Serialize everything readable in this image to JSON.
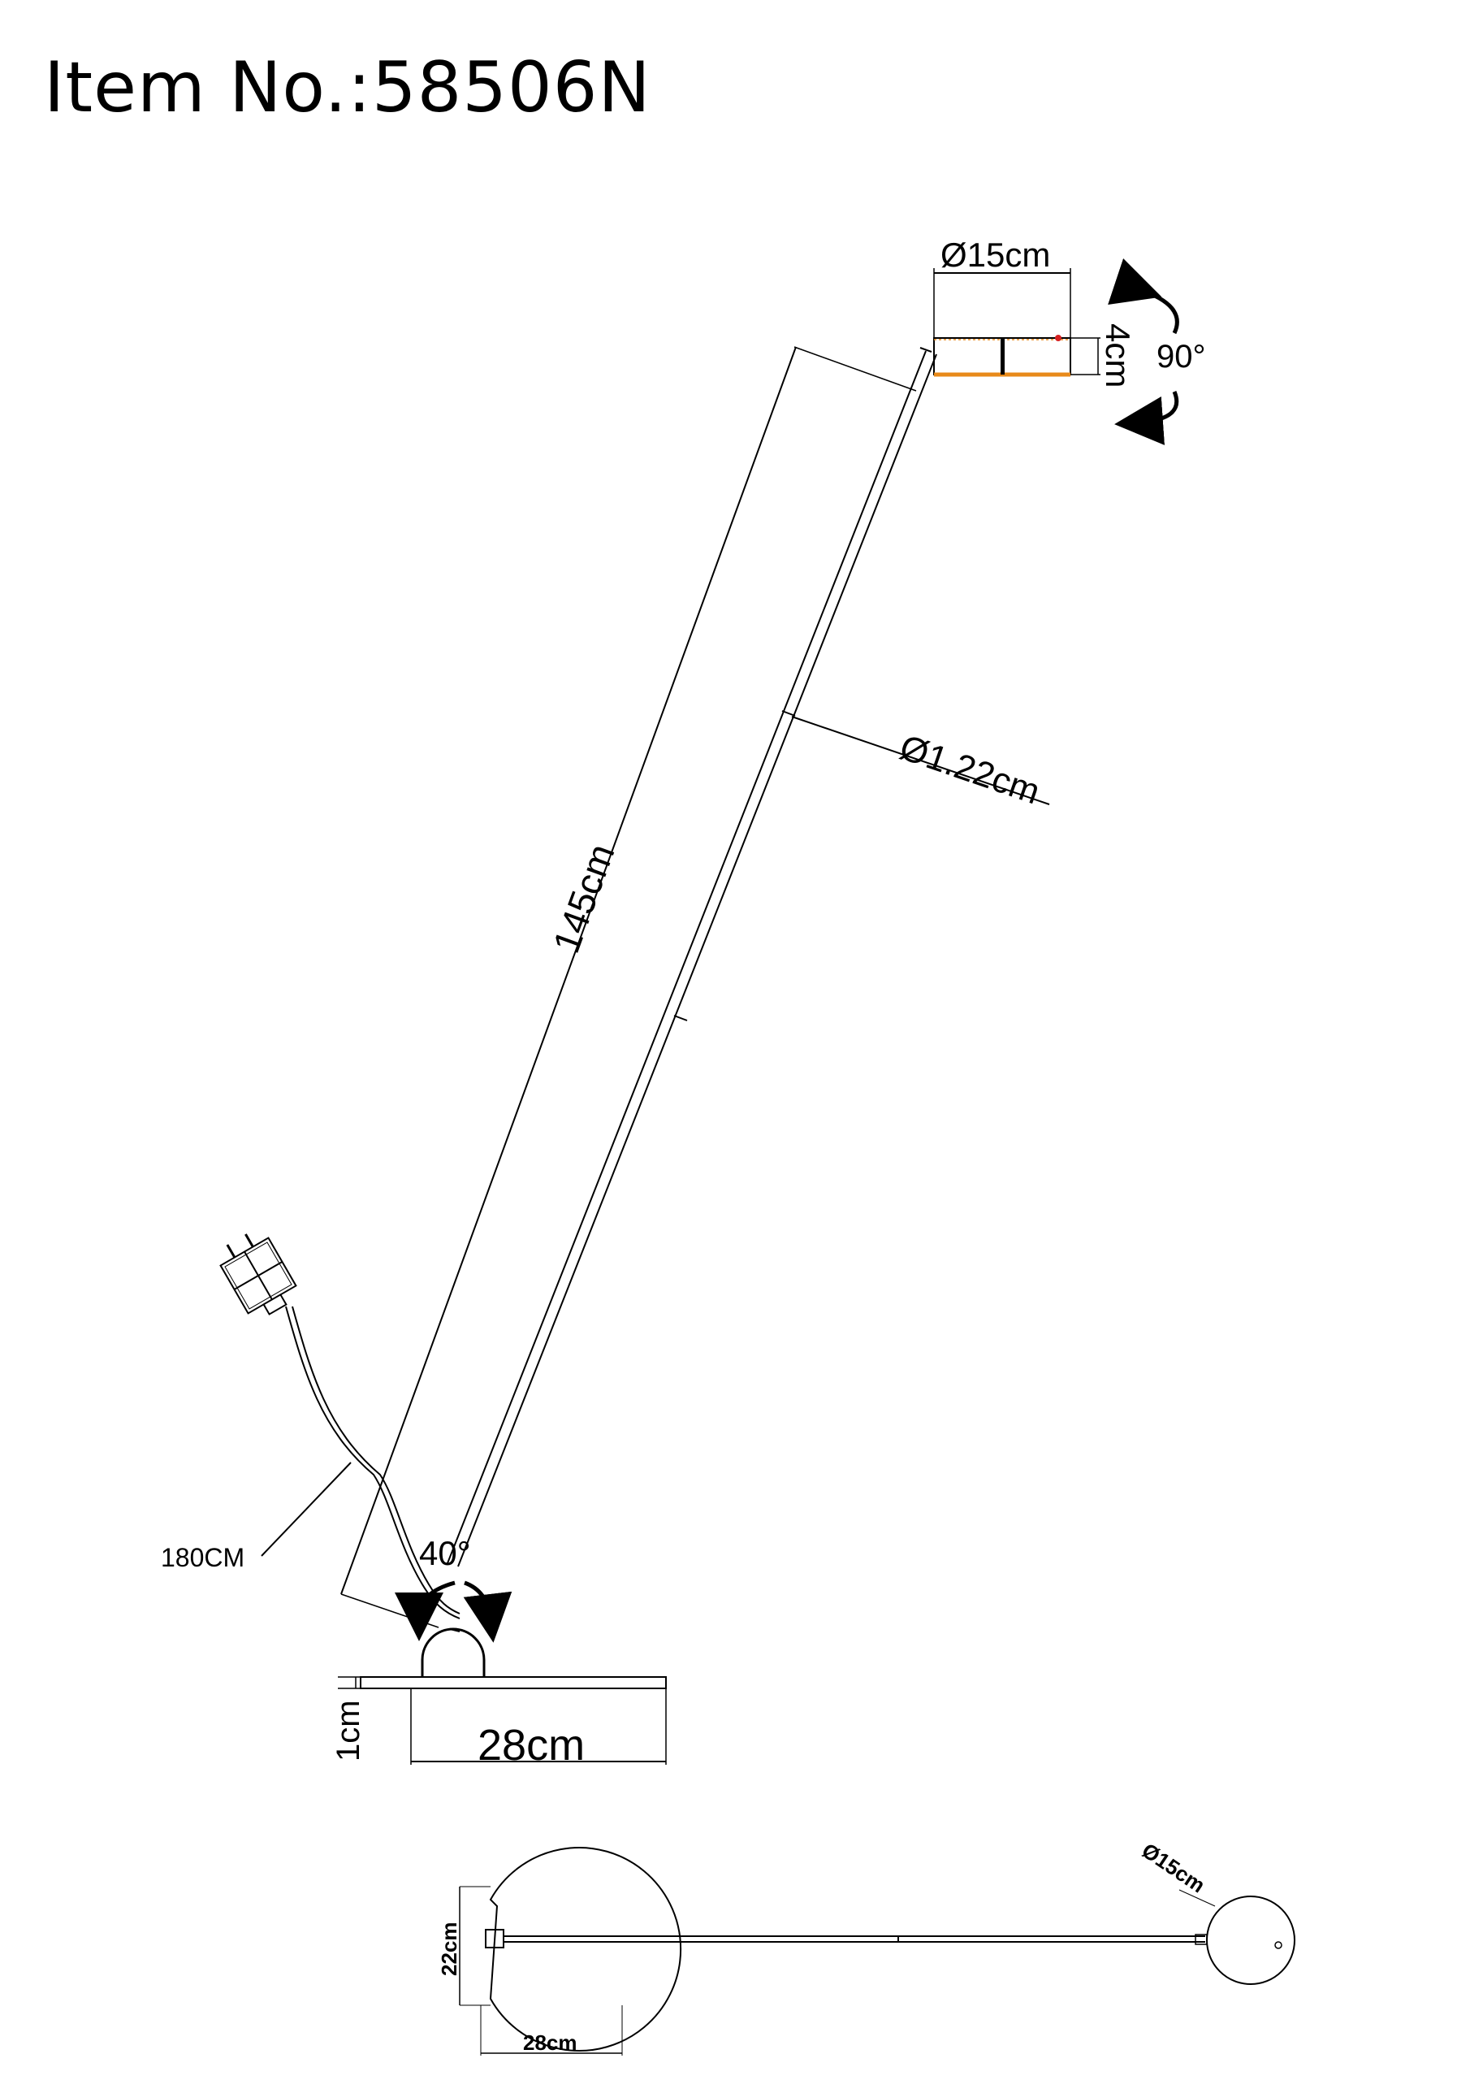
{
  "title": "Item No.:58506N",
  "dimensions": {
    "head_diameter": "Ø15cm",
    "head_height": "4cm",
    "head_rotation": "90°",
    "pole_length": "145cm",
    "pole_diameter": "Ø1.22cm",
    "cord_length": "180CM",
    "pivot_angle": "40°",
    "base_thickness": "1cm",
    "base_width": "28cm"
  },
  "top_view": {
    "base_depth": "22cm",
    "base_width": "28cm",
    "head_diameter": "Ø15cm"
  },
  "colors": {
    "line": "#000000",
    "accent_orange": "#e88a1a",
    "accent_red": "#d62020"
  }
}
